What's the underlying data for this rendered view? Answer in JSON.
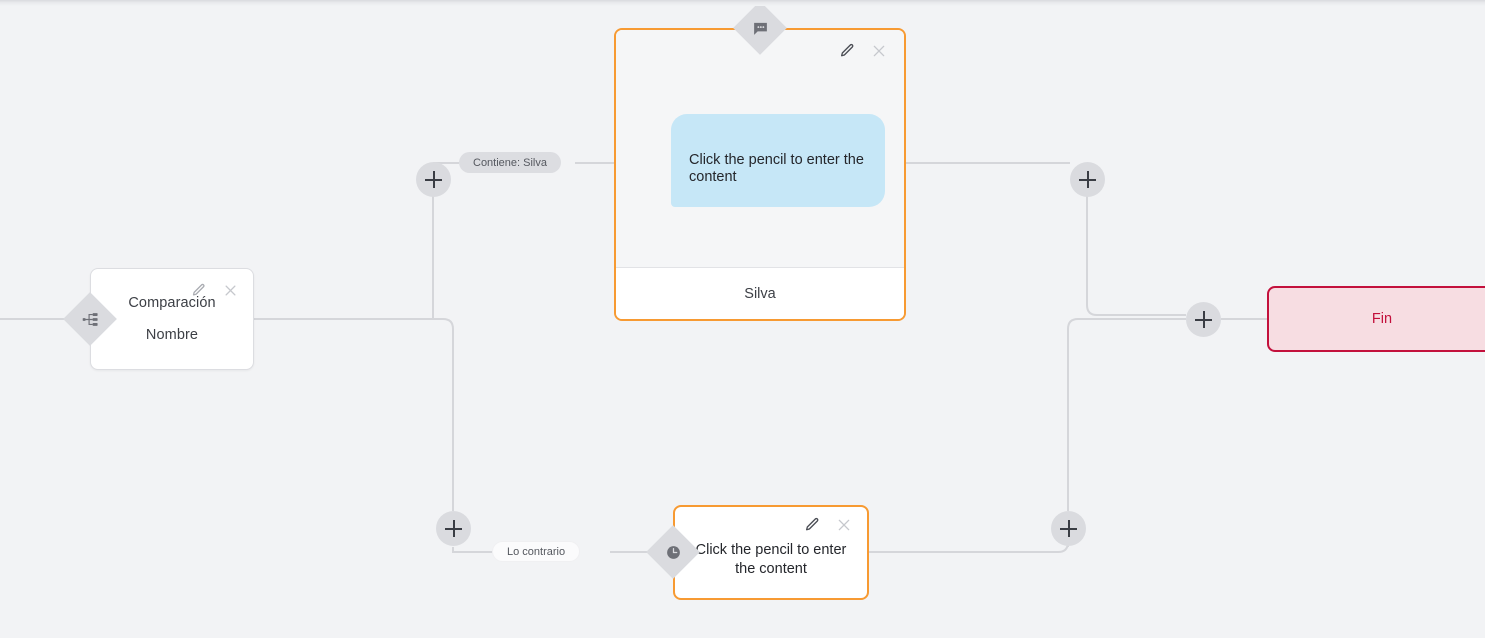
{
  "canvas": {
    "background": "#f2f3f5",
    "accent_orange": "#f79a32",
    "accent_crimson": "#c3103c",
    "bubble_blue": "#c6e7f7",
    "handle_gray": "#dadbdf"
  },
  "nodes": {
    "comparison": {
      "title": "Comparación",
      "subtitle": "Nombre",
      "handle_icon": "branch-icon",
      "edit_icon": "pencil-icon",
      "close_icon": "close-icon"
    },
    "message": {
      "bubble_text": "Click the pencil to enter the content",
      "footer_label": "Silva",
      "handle_icon": "chat-bubble-icon",
      "edit_icon": "pencil-icon",
      "close_icon": "close-icon"
    },
    "wait": {
      "text": "Click the pencil to enter the content",
      "handle_icon": "clock-icon",
      "edit_icon": "pencil-icon",
      "close_icon": "close-icon"
    },
    "end": {
      "label": "Fin"
    }
  },
  "edges": {
    "labels": {
      "contiene": "Contiene: Silva",
      "contrario": "Lo contrario"
    }
  },
  "add_buttons": [
    {
      "id": "add-top-left",
      "glyph": "+"
    },
    {
      "id": "add-top-right",
      "glyph": "+"
    },
    {
      "id": "add-bottom-left",
      "glyph": "+"
    },
    {
      "id": "add-bottom-right",
      "glyph": "+"
    },
    {
      "id": "add-end",
      "glyph": "+"
    }
  ]
}
